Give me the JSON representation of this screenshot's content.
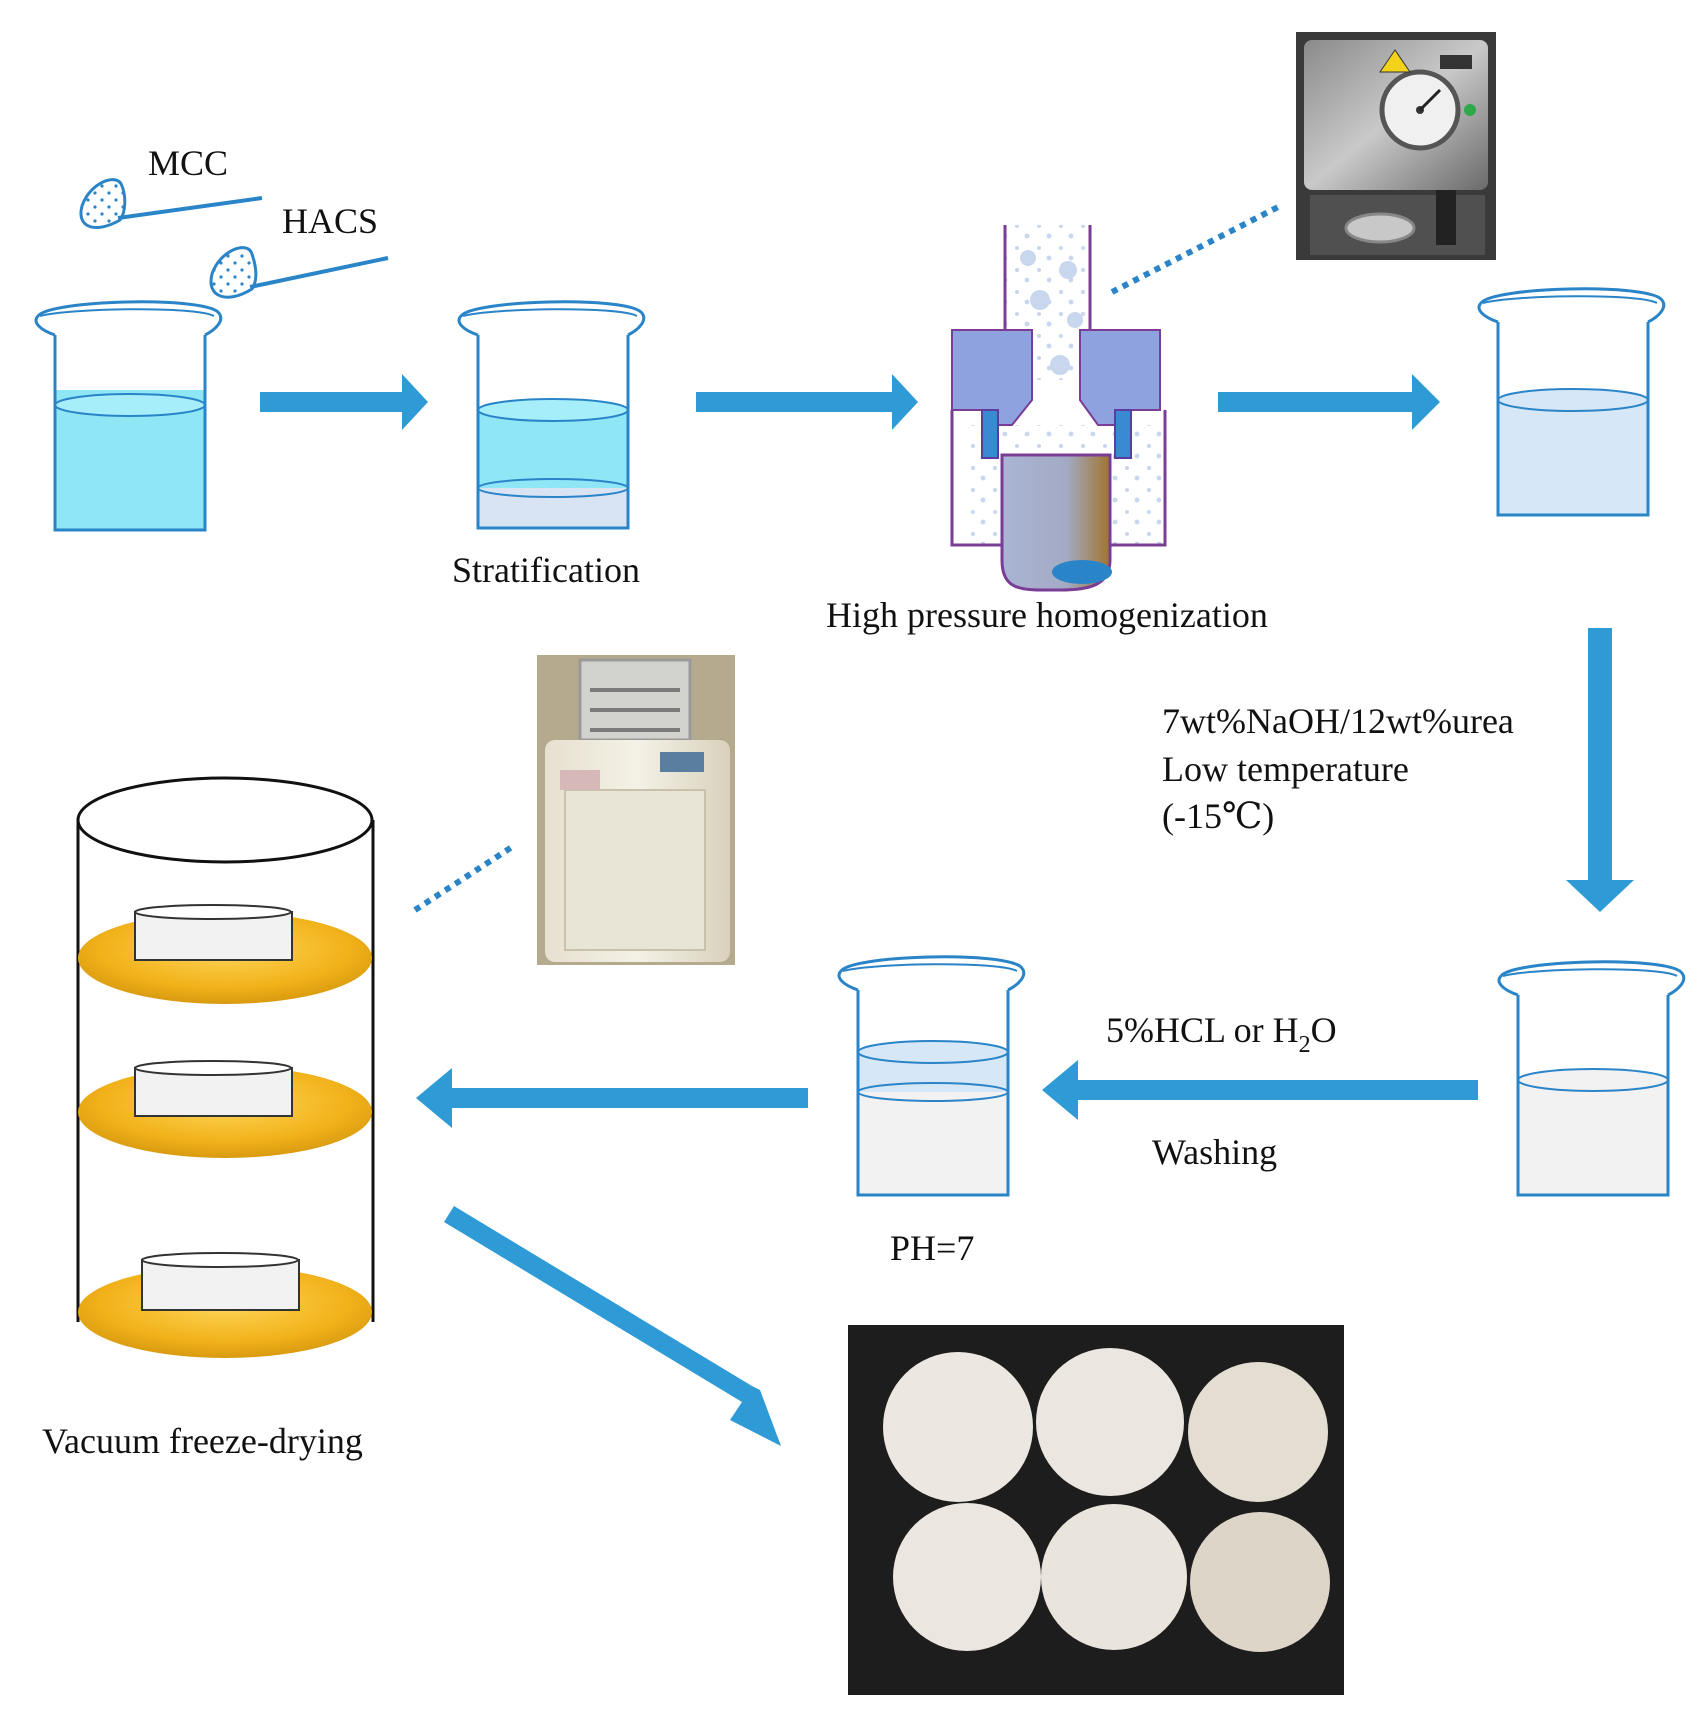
{
  "labels": {
    "mcc": "MCC",
    "hacs": "HACS",
    "stratification": "Stratification",
    "homogenization": "High pressure homogenization",
    "solvent": "7wt%NaOH/12wt%urea",
    "low_temp": "Low temperature",
    "temp_value": "(-15℃)",
    "acid": "5%HCL or H",
    "acid_sub": "2",
    "acid_end": "O",
    "washing": "Washing",
    "ph": "PH=7",
    "freeze_drying": "Vacuum freeze-drying"
  },
  "colors": {
    "arrow": "#2f9bd6",
    "beaker_outline": "#2a84c8",
    "solution_cyan": "#8fe6f5",
    "solution_pale": "#d6e7f7",
    "solution_gray": "#f2f2f2",
    "homogenizer_block": "#8fa2e0",
    "homogenizer_frame": "#7a3d96",
    "tray_gold": "#f3b51c",
    "photo_dark": "#1d1d1d",
    "sample_disc": "#ece8e1"
  },
  "icons": {
    "spoon": "spoon-icon",
    "beaker": "beaker-icon",
    "homogenizer": "homogenizer-icon",
    "freeze_dryer": "freeze-dryer-icon"
  }
}
